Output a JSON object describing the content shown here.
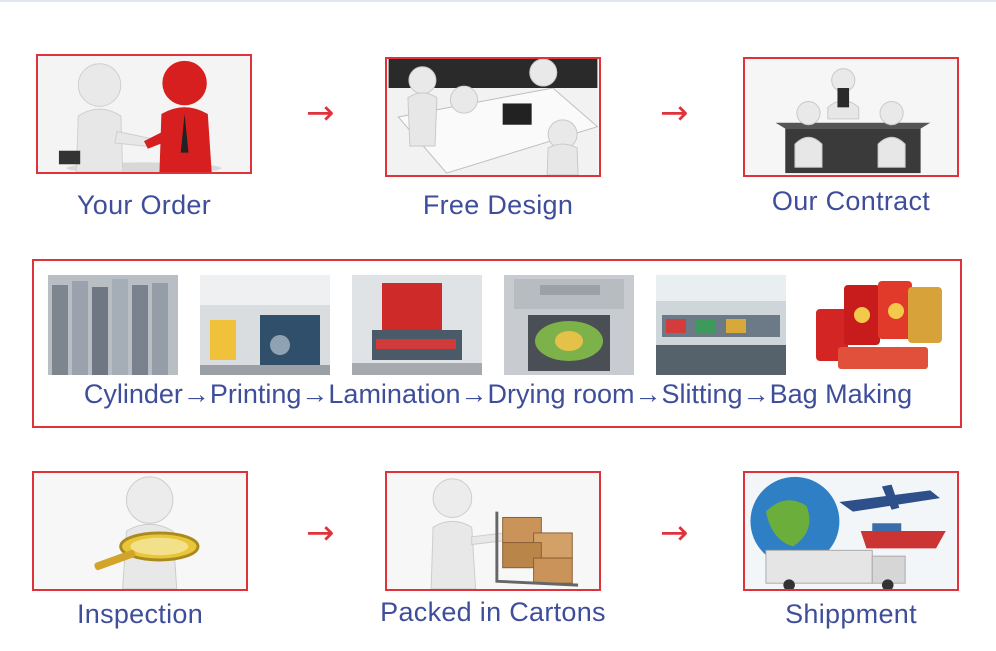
{
  "steps_top": [
    {
      "label": "Your Order"
    },
    {
      "label": "Free Design"
    },
    {
      "label": "Our Contract"
    }
  ],
  "arrow_glyph": "→",
  "process": {
    "text": "Cylinder→Printing→Lamination→Drying room→Slitting→Bag Making",
    "photos": [
      "cylinder",
      "printing",
      "lamination",
      "drying-room",
      "slitting",
      "bag-making"
    ]
  },
  "steps_bottom": [
    {
      "label": "Inspection"
    },
    {
      "label": "Packed in Cartons"
    },
    {
      "label": "Shippment"
    }
  ],
  "colors": {
    "frame": "#e0323b",
    "text": "#3f4e9a",
    "figure": "#e6e6e6",
    "accent_red": "#d81f1f"
  }
}
